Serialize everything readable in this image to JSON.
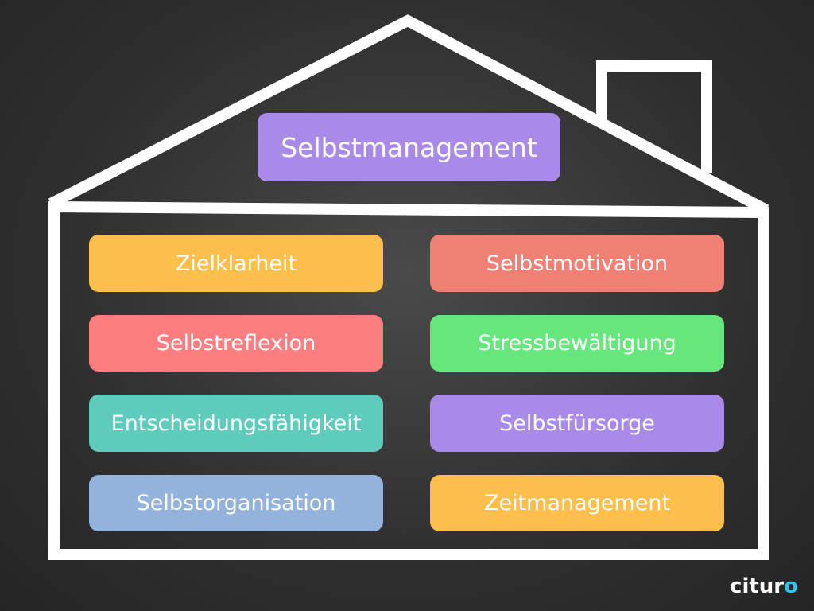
{
  "title": {
    "label": "Selbstmanagement",
    "color": "#A98AE8"
  },
  "items": [
    {
      "label": "Zielklarheit",
      "color": "#FCBF4B"
    },
    {
      "label": "Selbstmotivation",
      "color": "#EF8073"
    },
    {
      "label": "Selbstreflexion",
      "color": "#FC7E81"
    },
    {
      "label": "Stressbewältigung",
      "color": "#67E67E"
    },
    {
      "label": "Entscheidungsfähigkeit",
      "color": "#5FCBBD"
    },
    {
      "label": "Selbstfürsorge",
      "color": "#A98AE8"
    },
    {
      "label": "Selbstorganisation",
      "color": "#93B3DC"
    },
    {
      "label": "Zeitmanagement",
      "color": "#FCBF4B"
    }
  ],
  "logo": {
    "text": "citur",
    "mark": "o"
  }
}
